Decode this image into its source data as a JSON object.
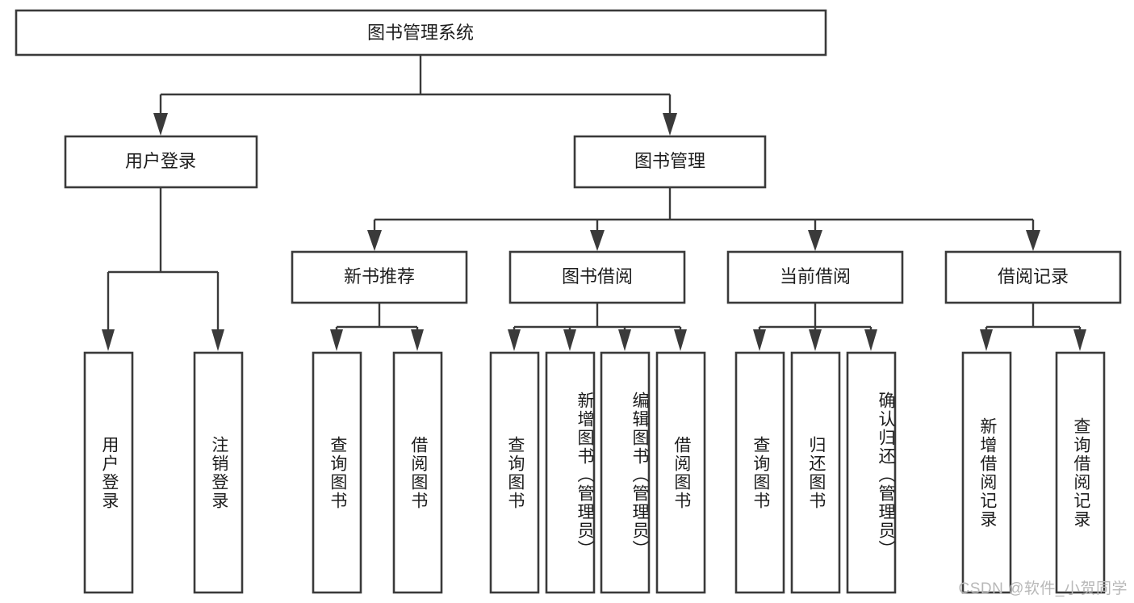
{
  "diagram": {
    "type": "tree",
    "title": "图书管理系统",
    "watermark": "CSDN @软件_小贺同学",
    "root": {
      "id": "root",
      "label": "图书管理系统",
      "orientation": "horizontal"
    },
    "level2": [
      {
        "id": "user-login",
        "label": "用户登录",
        "orientation": "horizontal"
      },
      {
        "id": "book-manage",
        "label": "图书管理",
        "orientation": "horizontal"
      }
    ],
    "level3": [
      {
        "id": "new-book-recommend",
        "label": "新书推荐",
        "orientation": "horizontal",
        "parent": "book-manage"
      },
      {
        "id": "book-borrow",
        "label": "图书借阅",
        "orientation": "horizontal",
        "parent": "book-manage"
      },
      {
        "id": "current-borrow",
        "label": "当前借阅",
        "orientation": "horizontal",
        "parent": "book-manage"
      },
      {
        "id": "borrow-record",
        "label": "借阅记录",
        "orientation": "horizontal",
        "parent": "book-manage"
      }
    ],
    "leaves": [
      {
        "id": "leaf-user-login",
        "label": "用户登录",
        "orientation": "vertical",
        "parent": "user-login"
      },
      {
        "id": "leaf-user-logout",
        "label": "注销登录",
        "orientation": "vertical",
        "parent": "user-login"
      },
      {
        "id": "leaf-query-book-1",
        "label": "查询图书",
        "orientation": "vertical",
        "parent": "new-book-recommend"
      },
      {
        "id": "leaf-borrow-book-1",
        "label": "借阅图书",
        "orientation": "vertical",
        "parent": "new-book-recommend"
      },
      {
        "id": "leaf-query-book-2",
        "label": "查询图书",
        "orientation": "vertical",
        "parent": "book-borrow"
      },
      {
        "id": "leaf-add-book",
        "label": "新增图书（管理员）",
        "orientation": "vertical",
        "parent": "book-borrow"
      },
      {
        "id": "leaf-edit-book",
        "label": "编辑图书（管理员）",
        "orientation": "vertical",
        "parent": "book-borrow"
      },
      {
        "id": "leaf-borrow-book-2",
        "label": "借阅图书",
        "orientation": "vertical",
        "parent": "book-borrow"
      },
      {
        "id": "leaf-query-book-3",
        "label": "查询图书",
        "orientation": "vertical",
        "parent": "current-borrow"
      },
      {
        "id": "leaf-return-book",
        "label": "归还图书",
        "orientation": "vertical",
        "parent": "current-borrow"
      },
      {
        "id": "leaf-confirm-return",
        "label": "确认归还（管理员）",
        "orientation": "vertical",
        "parent": "current-borrow"
      },
      {
        "id": "leaf-add-record",
        "label": "新增借阅记录",
        "orientation": "vertical",
        "parent": "borrow-record"
      },
      {
        "id": "leaf-query-record",
        "label": "查询借阅记录",
        "orientation": "vertical",
        "parent": "borrow-record"
      }
    ],
    "colors": {
      "stroke": "#3a3a3a",
      "fill": "#ffffff",
      "text": "#1d1d1d",
      "watermark": "#b8b8b8",
      "background": "#ffffff"
    }
  }
}
